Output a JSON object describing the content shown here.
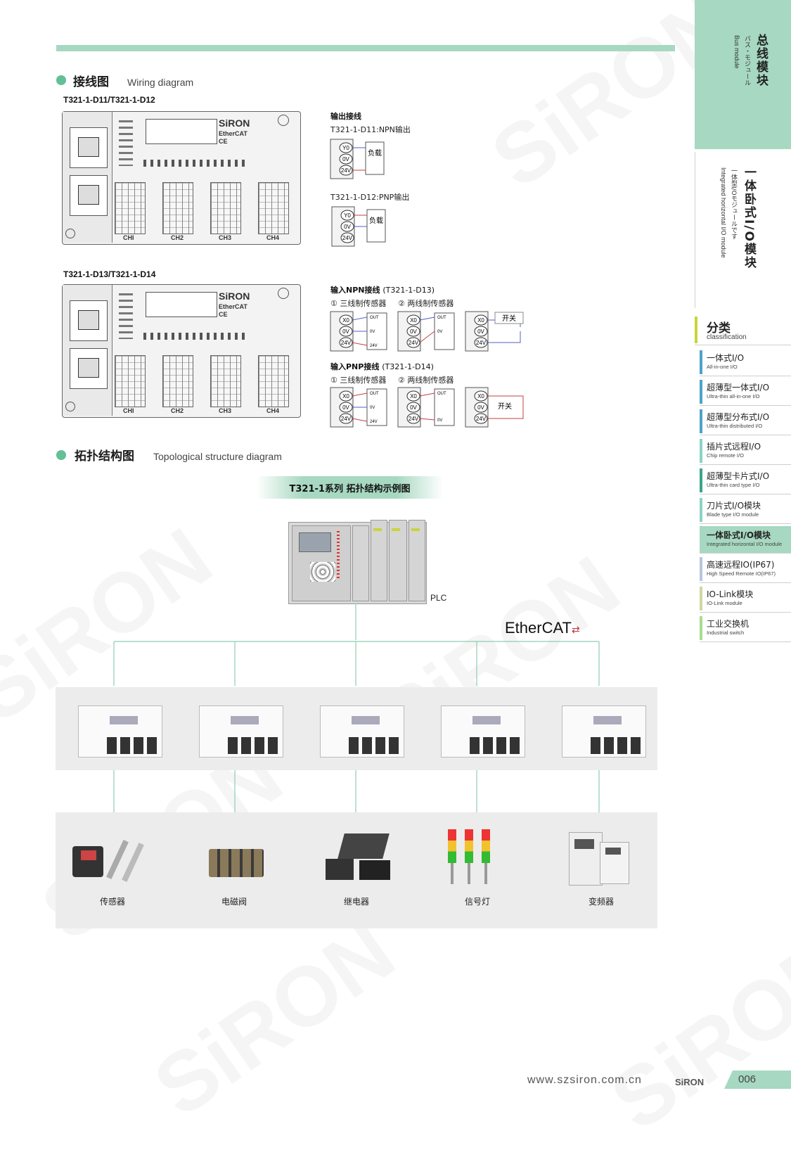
{
  "wiring": {
    "heading_cn": "接线图",
    "heading_en": "Wiring diagram",
    "model_a": "T321-1-D11/T321-1-D12",
    "model_b": "T321-1-D13/T321-1-D14",
    "device_brand": "SiRON",
    "device_bus": "EtherCAT",
    "device_ce": "CE",
    "channels": [
      "CHI",
      "CH2",
      "CH3",
      "CH4"
    ],
    "output": {
      "title": "输出接线",
      "npn_title": "T321-1-D11:NPN输出",
      "pnp_title": "T321-1-D12:PNP输出",
      "terminals": [
        "Y0",
        "0V",
        "24V"
      ],
      "load": "负载"
    },
    "input_npn": {
      "title": "输入NPN接线",
      "model": "(T321-1-D13)",
      "three_wire": "① 三线制传感器",
      "two_wire": "② 两线制传感器"
    },
    "input_pnp": {
      "title": "输入PNP接线",
      "model": "(T321-1-D14)",
      "three_wire": "① 三线制传感器",
      "two_wire": "② 两线制传感器"
    },
    "input_terminals": [
      "X0",
      "0V",
      "24V"
    ],
    "sensor_pins": [
      "OUT",
      "0V",
      "24V"
    ],
    "switch_label": "开关"
  },
  "topology": {
    "heading_cn": "拓扑结构图",
    "heading_en": "Topological structure diagram",
    "banner": "T321-1系列 拓扑结构示例图",
    "plc_label": "PLC",
    "bus_logo": "EtherCAT",
    "products": [
      "传感器",
      "电磁阀",
      "继电器",
      "信号灯",
      "变频器"
    ]
  },
  "sidebar": {
    "section_top": {
      "cn": "总线模块",
      "jp": "バス・モジュール",
      "en": "Bus module"
    },
    "section_mid": {
      "cn": "一体卧式I/O模块",
      "jp": "一体型I/Oモジュールです",
      "en": "Integrated horizontal I/O module"
    },
    "classification": {
      "cn": "分类",
      "en": "classification"
    },
    "items": [
      {
        "cn": "一体式I/O",
        "en": "All-in-one I/O",
        "color": "#4ba3c9"
      },
      {
        "cn": "超薄型一体式I/O",
        "en": "Ultra-thin all-in-one I/O",
        "color": "#4ba3c9"
      },
      {
        "cn": "超薄型分布式I/O",
        "en": "Ultra-thin distributed I/O",
        "color": "#4ba3c9"
      },
      {
        "cn": "插片式远程I/O",
        "en": "Chip remote I/O",
        "color": "#8ad3c4"
      },
      {
        "cn": "超薄型卡片式I/O",
        "en": "Ultra-thin card type I/O",
        "color": "#3aa58b"
      },
      {
        "cn": "刀片式I/O模块",
        "en": "Blade type I/O module",
        "color": "#8ad3c4"
      },
      {
        "cn": "一体卧式I/O模块",
        "en": "Integrated horizontal I/O module",
        "color": "#a7d8c1",
        "active": true
      },
      {
        "cn": "高速远程IO(IP67)",
        "en": "High Speed Remote IO(IP67)",
        "color": "#b8c6da"
      },
      {
        "cn": "IO-Link模块",
        "en": "IO-Link module",
        "color": "#cfd7a0"
      },
      {
        "cn": "工业交换机",
        "en": "Industrial switch",
        "color": "#a8dd8f"
      }
    ]
  },
  "footer": {
    "url": "www.szsiron.com.cn",
    "brand": "SiRON",
    "page": "006"
  }
}
